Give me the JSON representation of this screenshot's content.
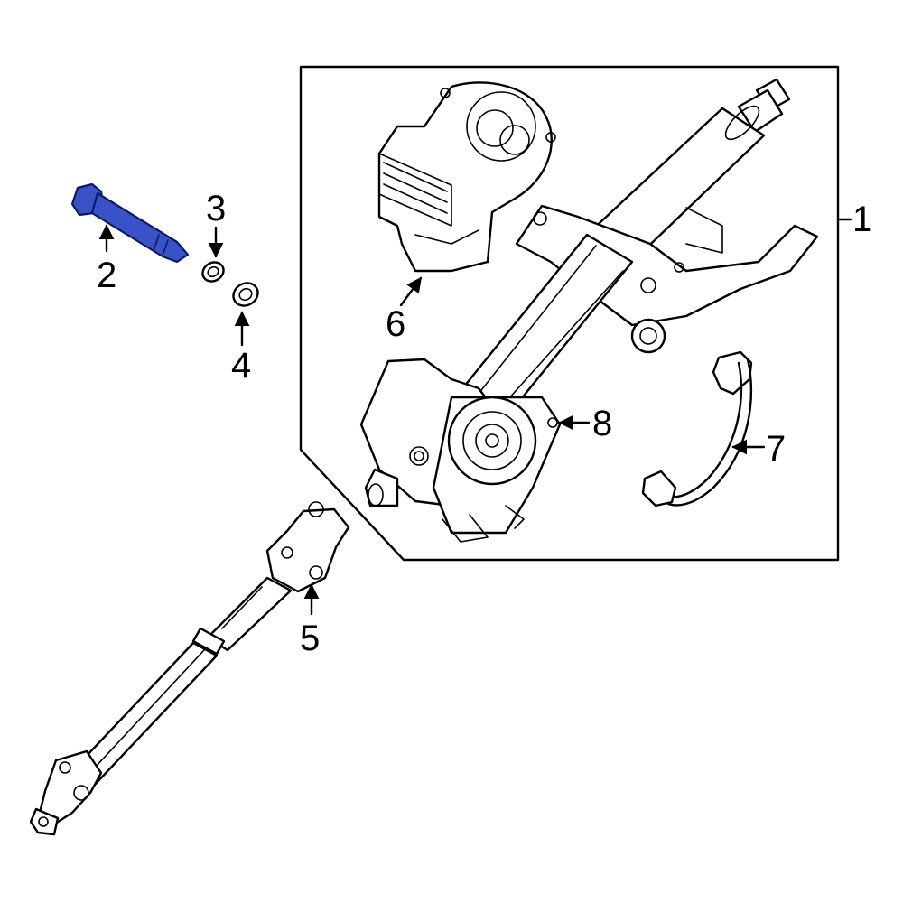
{
  "callouts": {
    "c1": "1",
    "c2": "2",
    "c3": "3",
    "c4": "4",
    "c5": "5",
    "c6": "6",
    "c7": "7",
    "c8": "8"
  },
  "highlight_part": "2",
  "colors": {
    "highlight": "#3a52c8",
    "line": "#000000",
    "background": "#ffffff"
  }
}
